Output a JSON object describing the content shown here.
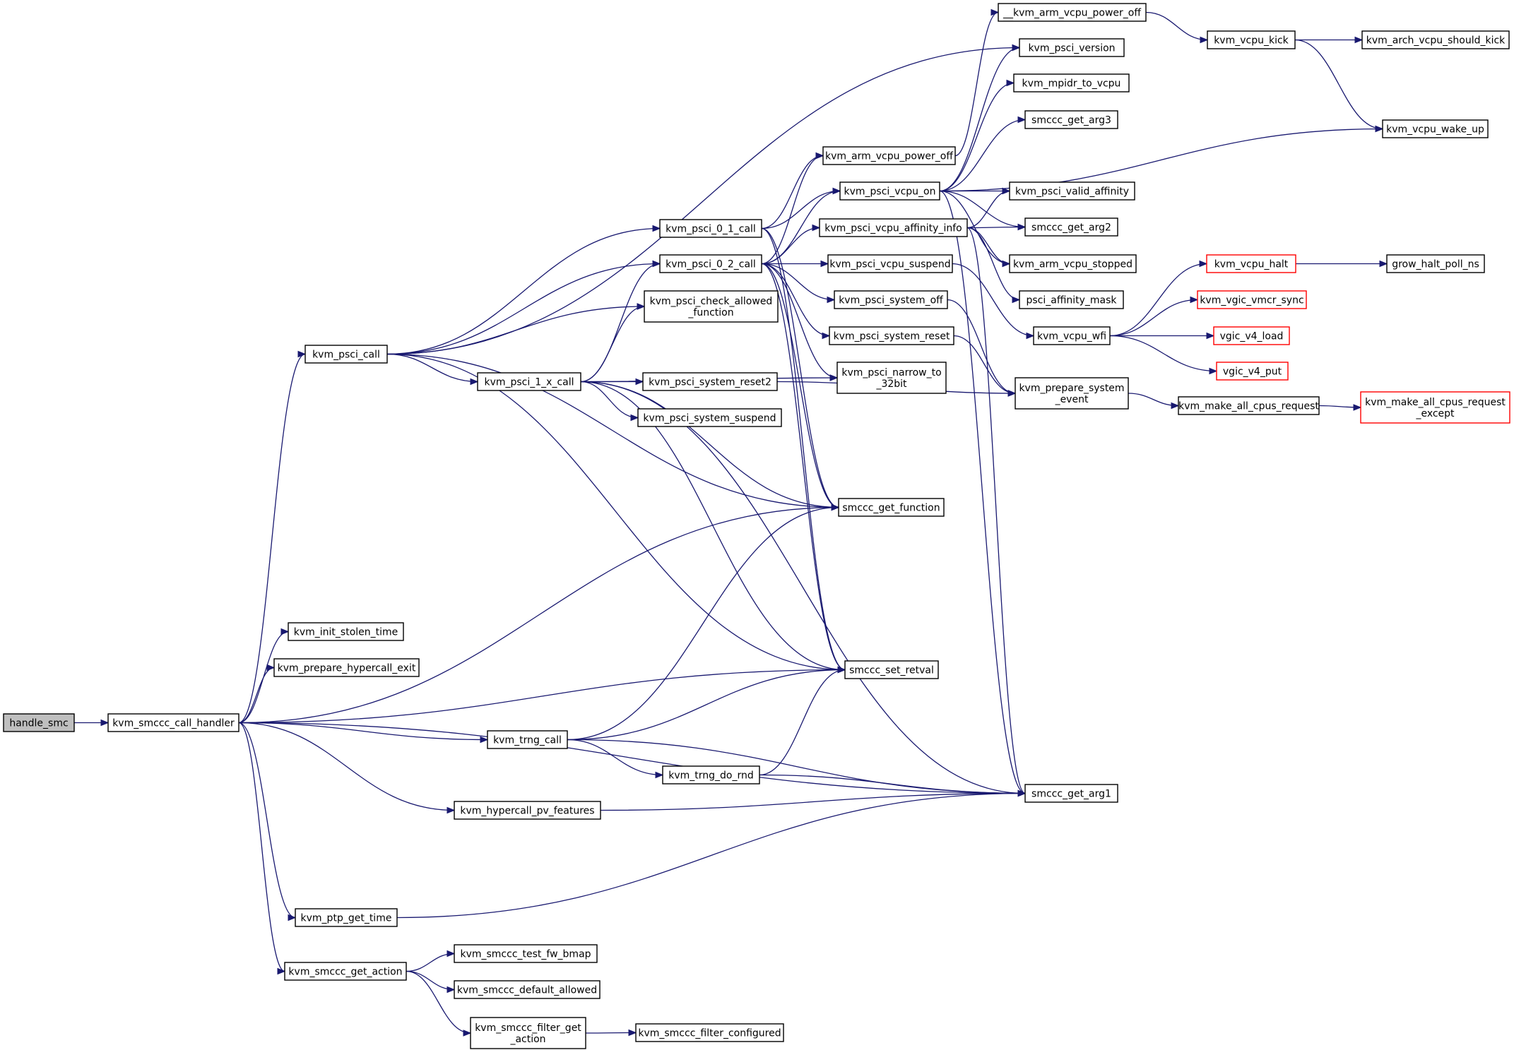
{
  "colors": {
    "edge": "#191970",
    "box_border": "#000000",
    "box_border_external": "#ff0000",
    "root_fill": "#bfbfbf",
    "box_fill": "#ffffff"
  },
  "nodes": [
    {
      "id": "handle_smc",
      "label": [
        "handle_smc"
      ],
      "root": true
    },
    {
      "id": "kvm_smccc_call_handler",
      "label": [
        "kvm_smccc_call_handler"
      ]
    },
    {
      "id": "kvm_psci_call",
      "label": [
        "kvm_psci_call"
      ]
    },
    {
      "id": "kvm_init_stolen_time",
      "label": [
        "kvm_init_stolen_time"
      ]
    },
    {
      "id": "kvm_prepare_hypercall_exit",
      "label": [
        "kvm_prepare_hypercall_exit"
      ]
    },
    {
      "id": "kvm_trng_call",
      "label": [
        "kvm_trng_call"
      ]
    },
    {
      "id": "kvm_hypercall_pv_features",
      "label": [
        "kvm_hypercall_pv_features"
      ]
    },
    {
      "id": "kvm_ptp_get_time",
      "label": [
        "kvm_ptp_get_time"
      ]
    },
    {
      "id": "kvm_smccc_get_action",
      "label": [
        "kvm_smccc_get_action"
      ]
    },
    {
      "id": "kvm_smccc_test_fw_bmap",
      "label": [
        "kvm_smccc_test_fw_bmap"
      ]
    },
    {
      "id": "kvm_smccc_default_allowed",
      "label": [
        "kvm_smccc_default_allowed"
      ]
    },
    {
      "id": "kvm_smccc_filter_get_action",
      "label": [
        "kvm_smccc_filter_get",
        "_action"
      ]
    },
    {
      "id": "kvm_smccc_filter_configured",
      "label": [
        "kvm_smccc_filter_configured"
      ]
    },
    {
      "id": "kvm_psci_0_1_call",
      "label": [
        "kvm_psci_0_1_call"
      ]
    },
    {
      "id": "kvm_psci_0_2_call",
      "label": [
        "kvm_psci_0_2_call"
      ]
    },
    {
      "id": "kvm_psci_check_allowed_function",
      "label": [
        "kvm_psci_check_allowed",
        "_function"
      ]
    },
    {
      "id": "kvm_psci_1_x_call",
      "label": [
        "kvm_psci_1_x_call"
      ]
    },
    {
      "id": "kvm_psci_system_reset2",
      "label": [
        "kvm_psci_system_reset2"
      ]
    },
    {
      "id": "kvm_psci_system_suspend",
      "label": [
        "kvm_psci_system_suspend"
      ]
    },
    {
      "id": "kvm_trng_do_rnd",
      "label": [
        "kvm_trng_do_rnd"
      ]
    },
    {
      "id": "kvm_arm_vcpu_power_off",
      "label": [
        "kvm_arm_vcpu_power_off"
      ]
    },
    {
      "id": "kvm_psci_vcpu_on",
      "label": [
        "kvm_psci_vcpu_on"
      ]
    },
    {
      "id": "kvm_psci_vcpu_affinity_info",
      "label": [
        "kvm_psci_vcpu_affinity_info"
      ]
    },
    {
      "id": "kvm_psci_vcpu_suspend",
      "label": [
        "kvm_psci_vcpu_suspend"
      ]
    },
    {
      "id": "kvm_psci_system_off",
      "label": [
        "kvm_psci_system_off"
      ]
    },
    {
      "id": "kvm_psci_system_reset",
      "label": [
        "kvm_psci_system_reset"
      ]
    },
    {
      "id": "kvm_psci_narrow_to_32bit",
      "label": [
        "kvm_psci_narrow_to",
        "_32bit"
      ]
    },
    {
      "id": "smccc_get_function",
      "label": [
        "smccc_get_function"
      ]
    },
    {
      "id": "smccc_set_retval",
      "label": [
        "smccc_set_retval"
      ]
    },
    {
      "id": "__kvm_arm_vcpu_power_off",
      "label": [
        "__kvm_arm_vcpu_power_off"
      ]
    },
    {
      "id": "kvm_psci_version",
      "label": [
        "kvm_psci_version"
      ]
    },
    {
      "id": "kvm_mpidr_to_vcpu",
      "label": [
        "kvm_mpidr_to_vcpu"
      ]
    },
    {
      "id": "smccc_get_arg3",
      "label": [
        "smccc_get_arg3"
      ]
    },
    {
      "id": "kvm_psci_valid_affinity",
      "label": [
        "kvm_psci_valid_affinity"
      ]
    },
    {
      "id": "smccc_get_arg2",
      "label": [
        "smccc_get_arg2"
      ]
    },
    {
      "id": "kvm_arm_vcpu_stopped",
      "label": [
        "kvm_arm_vcpu_stopped"
      ]
    },
    {
      "id": "psci_affinity_mask",
      "label": [
        "psci_affinity_mask"
      ]
    },
    {
      "id": "kvm_vcpu_wfi",
      "label": [
        "kvm_vcpu_wfi"
      ]
    },
    {
      "id": "kvm_prepare_system_event",
      "label": [
        "kvm_prepare_system",
        "_event"
      ]
    },
    {
      "id": "smccc_get_arg1",
      "label": [
        "smccc_get_arg1"
      ]
    },
    {
      "id": "kvm_vcpu_kick",
      "label": [
        "kvm_vcpu_kick"
      ]
    },
    {
      "id": "kvm_arch_vcpu_should_kick",
      "label": [
        "kvm_arch_vcpu_should_kick"
      ]
    },
    {
      "id": "kvm_vcpu_wake_up",
      "label": [
        "kvm_vcpu_wake_up"
      ]
    },
    {
      "id": "kvm_vcpu_halt",
      "label": [
        "kvm_vcpu_halt"
      ],
      "external": true
    },
    {
      "id": "grow_halt_poll_ns",
      "label": [
        "grow_halt_poll_ns"
      ]
    },
    {
      "id": "kvm_vgic_vmcr_sync",
      "label": [
        "kvm_vgic_vmcr_sync"
      ],
      "external": true
    },
    {
      "id": "vgic_v4_load",
      "label": [
        "vgic_v4_load"
      ],
      "external": true
    },
    {
      "id": "vgic_v4_put",
      "label": [
        "vgic_v4_put"
      ],
      "external": true
    },
    {
      "id": "kvm_make_all_cpus_request",
      "label": [
        "kvm_make_all_cpus_request"
      ]
    },
    {
      "id": "kvm_make_all_cpus_request_except",
      "label": [
        "kvm_make_all_cpus_request",
        "_except"
      ],
      "external": true
    }
  ],
  "edges": [
    [
      "handle_smc",
      "kvm_smccc_call_handler"
    ],
    [
      "kvm_smccc_call_handler",
      "kvm_psci_call"
    ],
    [
      "kvm_smccc_call_handler",
      "smccc_get_function"
    ],
    [
      "kvm_smccc_call_handler",
      "kvm_init_stolen_time"
    ],
    [
      "kvm_smccc_call_handler",
      "kvm_prepare_hypercall_exit"
    ],
    [
      "kvm_smccc_call_handler",
      "smccc_set_retval"
    ],
    [
      "kvm_smccc_call_handler",
      "kvm_trng_call"
    ],
    [
      "kvm_smccc_call_handler",
      "kvm_hypercall_pv_features"
    ],
    [
      "kvm_smccc_call_handler",
      "smccc_get_arg1"
    ],
    [
      "kvm_smccc_call_handler",
      "kvm_ptp_get_time"
    ],
    [
      "kvm_smccc_call_handler",
      "kvm_smccc_get_action"
    ],
    [
      "kvm_psci_call",
      "kvm_psci_version"
    ],
    [
      "kvm_psci_call",
      "kvm_psci_0_1_call"
    ],
    [
      "kvm_psci_call",
      "kvm_psci_0_2_call"
    ],
    [
      "kvm_psci_call",
      "kvm_psci_check_allowed_function"
    ],
    [
      "kvm_psci_call",
      "kvm_psci_1_x_call"
    ],
    [
      "kvm_psci_call",
      "smccc_get_function"
    ],
    [
      "kvm_psci_call",
      "smccc_set_retval"
    ],
    [
      "kvm_psci_0_1_call",
      "kvm_arm_vcpu_power_off"
    ],
    [
      "kvm_psci_0_1_call",
      "kvm_psci_vcpu_on"
    ],
    [
      "kvm_psci_0_1_call",
      "smccc_get_function"
    ],
    [
      "kvm_psci_0_1_call",
      "smccc_set_retval"
    ],
    [
      "kvm_psci_0_2_call",
      "kvm_arm_vcpu_power_off"
    ],
    [
      "kvm_psci_0_2_call",
      "kvm_psci_vcpu_on"
    ],
    [
      "kvm_psci_0_2_call",
      "kvm_psci_vcpu_affinity_info"
    ],
    [
      "kvm_psci_0_2_call",
      "kvm_psci_vcpu_suspend"
    ],
    [
      "kvm_psci_0_2_call",
      "kvm_psci_system_off"
    ],
    [
      "kvm_psci_0_2_call",
      "kvm_psci_system_reset"
    ],
    [
      "kvm_psci_0_2_call",
      "kvm_psci_narrow_to_32bit"
    ],
    [
      "kvm_psci_0_2_call",
      "smccc_get_function"
    ],
    [
      "kvm_psci_0_2_call",
      "smccc_set_retval"
    ],
    [
      "kvm_psci_1_x_call",
      "kvm_psci_0_2_call"
    ],
    [
      "kvm_psci_1_x_call",
      "kvm_psci_check_allowed_function"
    ],
    [
      "kvm_psci_1_x_call",
      "kvm_psci_narrow_to_32bit"
    ],
    [
      "kvm_psci_1_x_call",
      "kvm_psci_system_reset2"
    ],
    [
      "kvm_psci_1_x_call",
      "kvm_psci_system_suspend"
    ],
    [
      "kvm_psci_1_x_call",
      "smccc_get_function"
    ],
    [
      "kvm_psci_1_x_call",
      "smccc_set_retval"
    ],
    [
      "kvm_psci_1_x_call",
      "smccc_get_arg1"
    ],
    [
      "kvm_psci_system_reset2",
      "kvm_prepare_system_event"
    ],
    [
      "kvm_psci_system_off",
      "kvm_prepare_system_event"
    ],
    [
      "kvm_psci_system_reset",
      "kvm_prepare_system_event"
    ],
    [
      "kvm_psci_vcpu_suspend",
      "kvm_vcpu_wfi"
    ],
    [
      "kvm_arm_vcpu_power_off",
      "__kvm_arm_vcpu_power_off"
    ],
    [
      "__kvm_arm_vcpu_power_off",
      "kvm_vcpu_kick"
    ],
    [
      "kvm_vcpu_kick",
      "kvm_arch_vcpu_should_kick"
    ],
    [
      "kvm_vcpu_kick",
      "kvm_vcpu_wake_up"
    ],
    [
      "kvm_psci_vcpu_on",
      "kvm_psci_version"
    ],
    [
      "kvm_psci_vcpu_on",
      "kvm_mpidr_to_vcpu"
    ],
    [
      "kvm_psci_vcpu_on",
      "smccc_get_arg3"
    ],
    [
      "kvm_psci_vcpu_on",
      "kvm_vcpu_wake_up"
    ],
    [
      "kvm_psci_vcpu_on",
      "kvm_psci_valid_affinity"
    ],
    [
      "kvm_psci_vcpu_on",
      "smccc_get_arg2"
    ],
    [
      "kvm_psci_vcpu_on",
      "kvm_arm_vcpu_stopped"
    ],
    [
      "kvm_psci_vcpu_on",
      "smccc_get_arg1"
    ],
    [
      "kvm_psci_vcpu_affinity_info",
      "kvm_psci_valid_affinity"
    ],
    [
      "kvm_psci_vcpu_affinity_info",
      "smccc_get_arg2"
    ],
    [
      "kvm_psci_vcpu_affinity_info",
      "kvm_arm_vcpu_stopped"
    ],
    [
      "kvm_psci_vcpu_affinity_info",
      "psci_affinity_mask"
    ],
    [
      "kvm_psci_vcpu_affinity_info",
      "smccc_get_arg1"
    ],
    [
      "kvm_vcpu_wfi",
      "kvm_vcpu_halt"
    ],
    [
      "kvm_vcpu_wfi",
      "kvm_vgic_vmcr_sync"
    ],
    [
      "kvm_vcpu_wfi",
      "vgic_v4_load"
    ],
    [
      "kvm_vcpu_wfi",
      "vgic_v4_put"
    ],
    [
      "kvm_vcpu_halt",
      "grow_halt_poll_ns"
    ],
    [
      "kvm_prepare_system_event",
      "kvm_make_all_cpus_request"
    ],
    [
      "kvm_make_all_cpus_request",
      "kvm_make_all_cpus_request_except"
    ],
    [
      "kvm_trng_call",
      "smccc_get_function"
    ],
    [
      "kvm_trng_call",
      "smccc_set_retval"
    ],
    [
      "kvm_trng_call",
      "kvm_trng_do_rnd"
    ],
    [
      "kvm_trng_call",
      "smccc_get_arg1"
    ],
    [
      "kvm_trng_do_rnd",
      "smccc_set_retval"
    ],
    [
      "kvm_trng_do_rnd",
      "smccc_get_arg1"
    ],
    [
      "kvm_hypercall_pv_features",
      "smccc_get_arg1"
    ],
    [
      "kvm_ptp_get_time",
      "smccc_get_arg1"
    ],
    [
      "kvm_smccc_get_action",
      "kvm_smccc_test_fw_bmap"
    ],
    [
      "kvm_smccc_get_action",
      "kvm_smccc_default_allowed"
    ],
    [
      "kvm_smccc_get_action",
      "kvm_smccc_filter_get_action"
    ],
    [
      "kvm_smccc_filter_get_action",
      "kvm_smccc_filter_configured"
    ]
  ]
}
